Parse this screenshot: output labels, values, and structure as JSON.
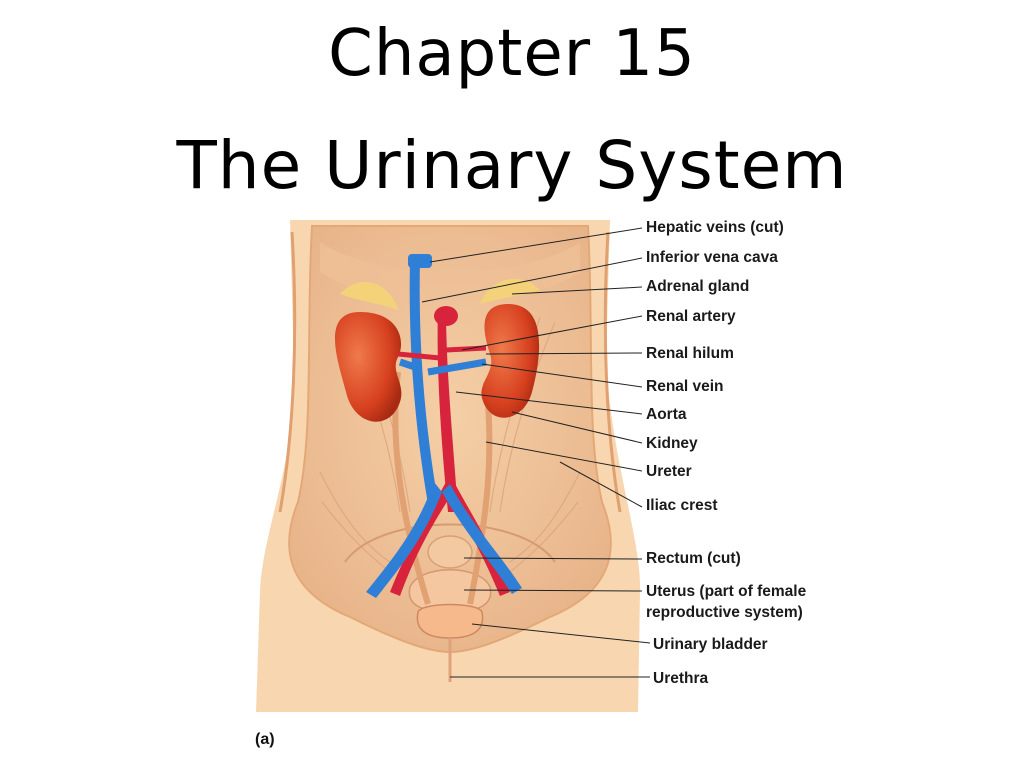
{
  "slide": {
    "title_line1": "Chapter 15",
    "title_line2": "The Urinary System"
  },
  "figure": {
    "panel_letter": "(a)",
    "labels": [
      "Hepatic veins (cut)",
      "Inferior vena cava",
      "Adrenal gland",
      "Renal artery",
      "Renal hilum",
      "Renal vein",
      "Aorta",
      "Kidney",
      "Ureter",
      "Iliac crest",
      "Rectum (cut)",
      "Uterus (part of female",
      "reproductive system)",
      "Urinary bladder",
      "Urethra"
    ]
  },
  "colors": {
    "skin": "#f7d2a8",
    "muscle": "#efc39b",
    "kidney": "#d9432a",
    "artery": "#d8233c",
    "vein": "#2f7fd6",
    "ureter": "#e7a77a",
    "adrenal": "#f3d27a"
  }
}
